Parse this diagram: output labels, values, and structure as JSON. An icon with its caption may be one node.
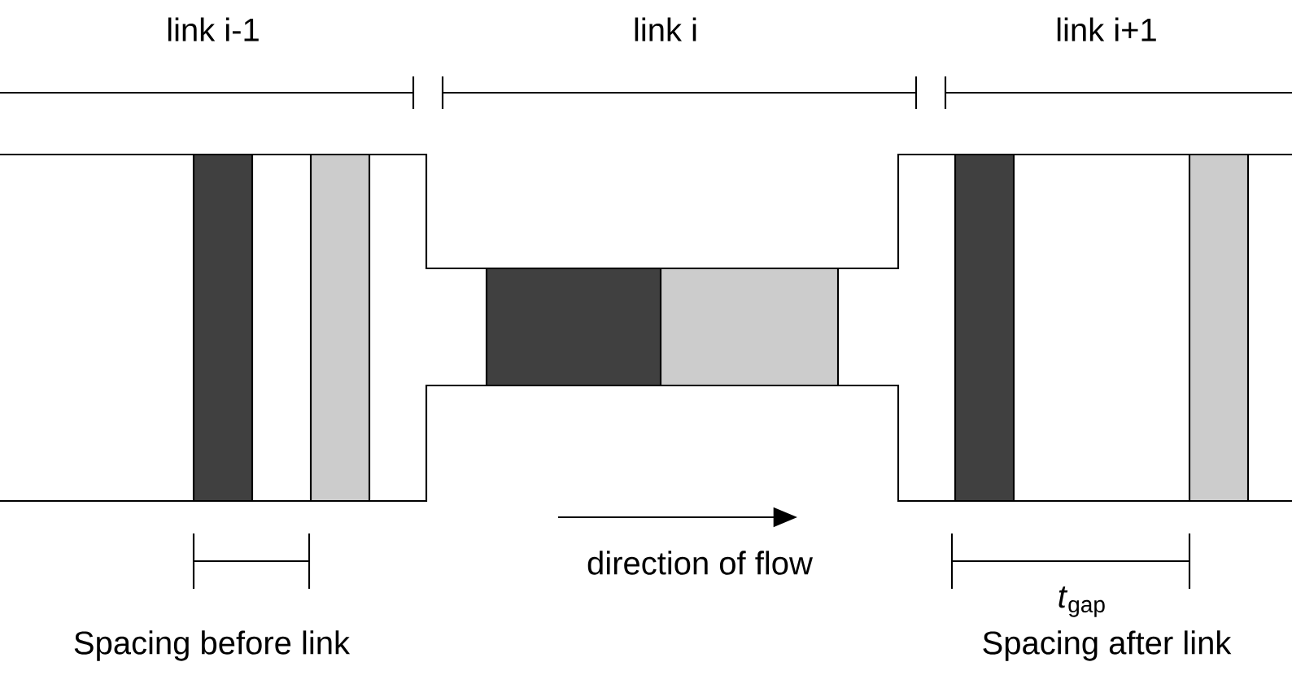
{
  "diagram": {
    "labels": [
      "link i-1",
      "link i",
      "link i+1",
      "direction of flow",
      "*t*$_{gap}$",
      "Spacing before link",
      "Spacing after link"
    ]
  }
}
